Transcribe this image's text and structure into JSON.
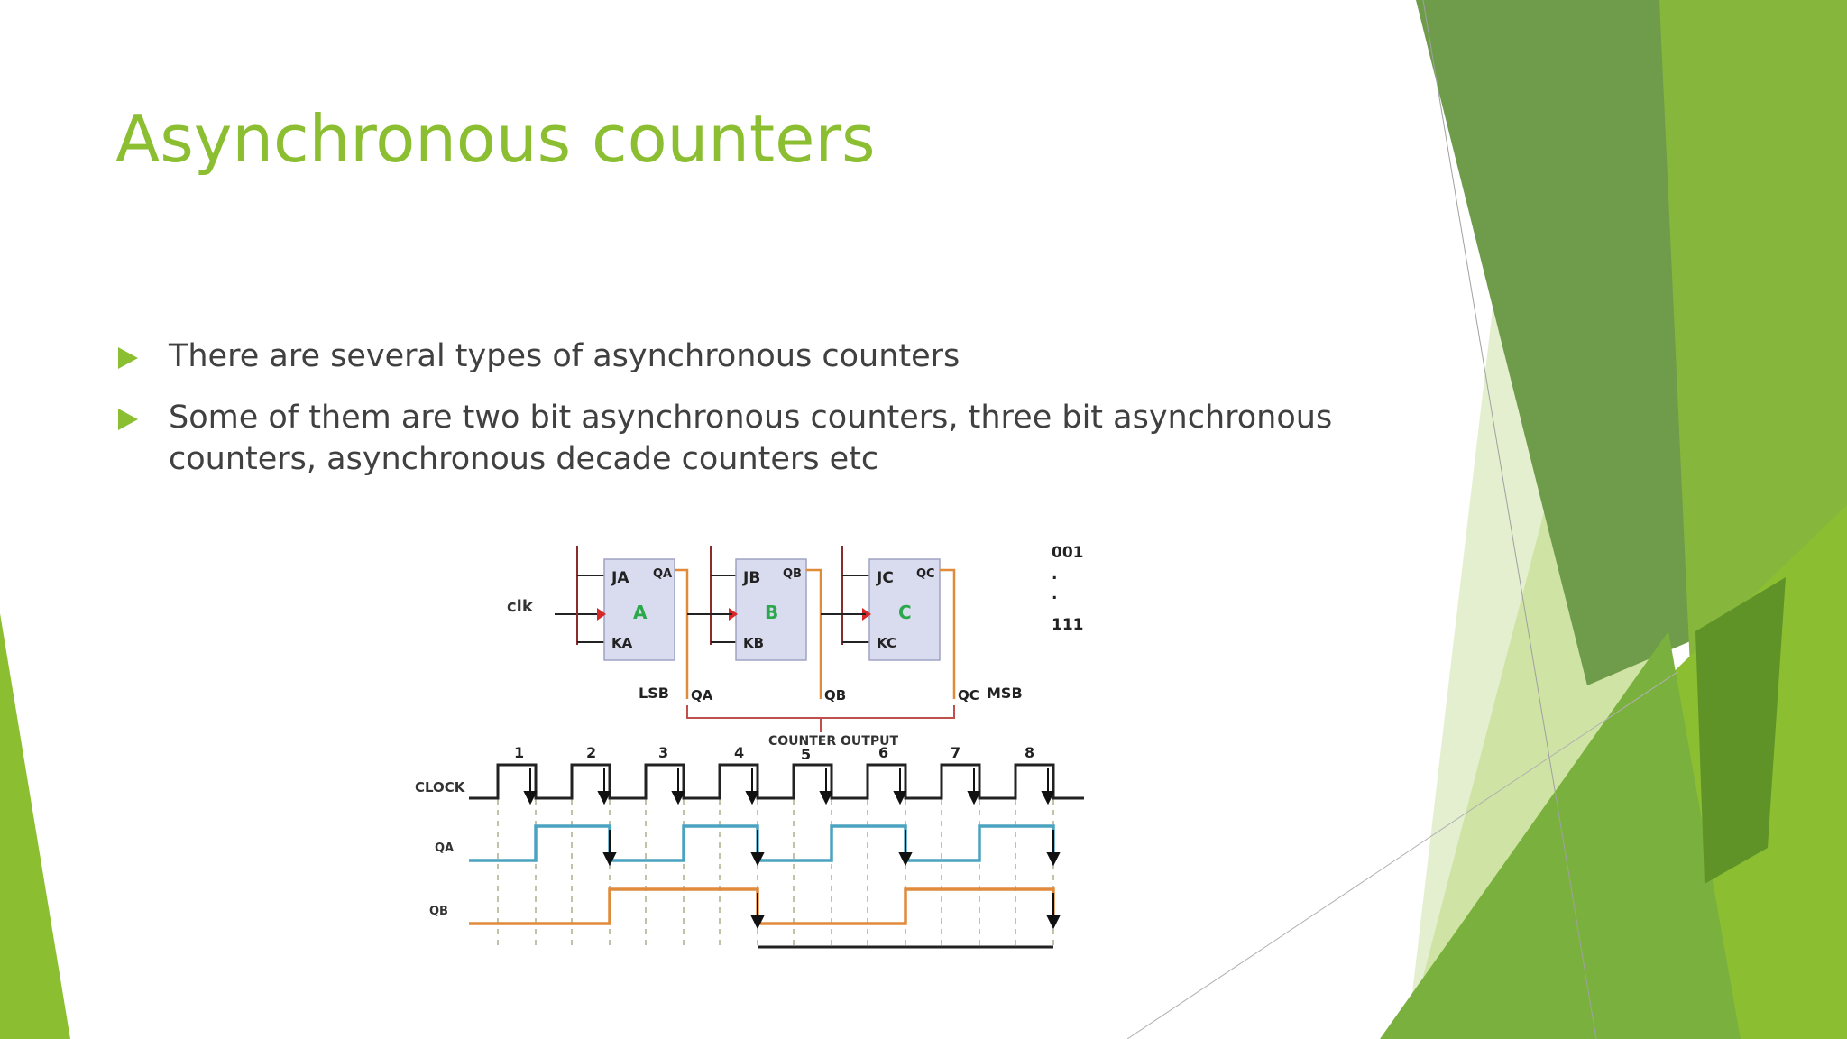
{
  "slide": {
    "title": "Asynchronous counters",
    "bullets": [
      "There are several types of asynchronous counters",
      "Some of them are two bit asynchronous counters, three bit asynchronous counters, asynchronous decade counters etc"
    ],
    "colors": {
      "accent": "#8cbe32",
      "text": "#404040",
      "dark_green": "#5b8a3a"
    }
  },
  "diagram": {
    "clk_label": "clk",
    "flipflops": [
      {
        "j": "JA",
        "k": "KA",
        "q": "QA",
        "name": "A"
      },
      {
        "j": "JB",
        "k": "KB",
        "q": "QB",
        "name": "B"
      },
      {
        "j": "JC",
        "k": "KC",
        "q": "QC",
        "name": "C"
      }
    ],
    "count_range": [
      "001",
      ".",
      ".",
      "111"
    ],
    "outputs": {
      "lsb": "LSB",
      "qa": "QA",
      "qb": "QB",
      "qc": "QC",
      "msb": "MSB"
    },
    "counter_output_label": "COUNTER OUTPUT",
    "clock_numbers": [
      "1",
      "2",
      "3",
      "4",
      "5",
      "6",
      "7",
      "8"
    ],
    "signal_labels": [
      "CLOCK",
      "QA",
      "QB"
    ],
    "colors": {
      "ff_fill": "#d9dbef",
      "ff_letter": "#2aa84a",
      "qa_wave": "#4aa3c0",
      "qb_wave": "#e08a3c",
      "clk_arrow": "#d62828",
      "bracket": "#c0504d"
    }
  }
}
